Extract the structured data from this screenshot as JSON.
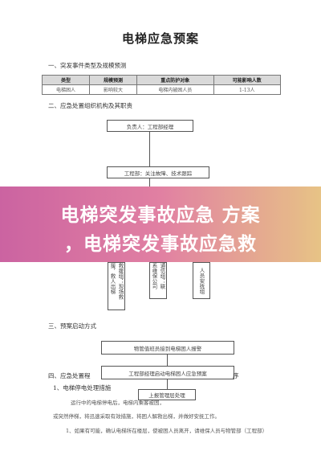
{
  "title": "电梯应急预案",
  "sections": {
    "s1": "一、突发事件类型及规模预测",
    "s2": "二、应急处置组织机构及其职责",
    "s3": "三、预案启动方式",
    "s4": "四、应急处置程",
    "s4_tail": "序",
    "s4_1": "1、电梯停电处理措施"
  },
  "table": {
    "headers": [
      "类型",
      "规模预测",
      "重点防护对象",
      "可能影响人数"
    ],
    "rows": [
      [
        "电梯困人",
        "影响较大",
        "电梯内被困人员",
        "1-13人"
      ]
    ]
  },
  "org_chart": {
    "top": "负责人：工程部经理",
    "middle": "工程部：关注故障、技术跟踪",
    "columns": [
      "救援组：现场救援，救人出梯",
      "通信组：联系维保公司",
      "人员安抚组"
    ]
  },
  "flow": {
    "box1": "物管值班员接到电梯困人报警",
    "box2": "工程部经理启动电梯困人应急预案",
    "box3": "上报管理层处理"
  },
  "body_text": [
    "运行中的电梯停电后，电梯内乘客被困，",
    "或突然停梯，将迅速采取有效措施，将困人解救出梯，并做好安抚工作。",
    "1、如果有可能，确认电梯所在楼层，使被困人员离开，请维保人员与物管部（工程部）"
  ],
  "banner": {
    "line1": "电梯突发事故应急 方案",
    "line2": "，电梯突发事故应急救"
  }
}
